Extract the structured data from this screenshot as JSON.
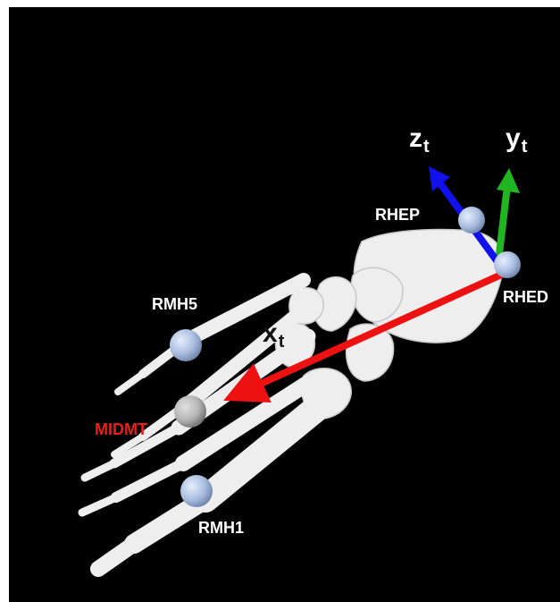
{
  "markers": {
    "rhep": "RHEP",
    "rhed": "RHED",
    "rmh5": "RMH5",
    "midmt": "MIDMT",
    "rmh1": "RMH1"
  },
  "axes": {
    "x": {
      "letter": "x",
      "sub": "t"
    },
    "y": {
      "letter": "y",
      "sub": "t"
    },
    "z": {
      "letter": "z",
      "sub": "t"
    }
  },
  "colors": {
    "background": "#000000",
    "bone": "#eeeeee",
    "marker_blue": "#a9bde0",
    "marker_grey": "#b4b4b4",
    "x_axis": "#ee1111",
    "y_axis": "#22b522",
    "z_axis": "#1111ee",
    "midmt_label": "#e8201a"
  }
}
